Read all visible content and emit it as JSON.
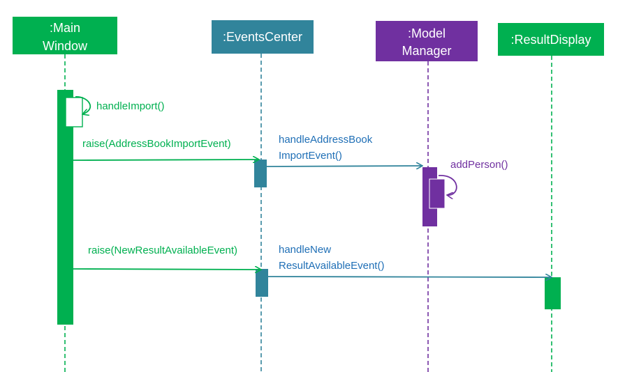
{
  "colors": {
    "main": "#00b050",
    "events": "#31849b",
    "model": "#7030a0",
    "result": "#00b050"
  },
  "participants": {
    "main_window": {
      "line1": ":Main",
      "line2": "Window"
    },
    "events_center": {
      "label": ":EventsCenter"
    },
    "model_manager": {
      "line1": ":Model",
      "line2": "Manager"
    },
    "result_display": {
      "label": ":ResultDisplay"
    }
  },
  "messages": {
    "handle_import": "handleImport()",
    "raise_import": "raise(AddressBookImportEvent)",
    "handle_import_event_1": "handleAddressBook",
    "handle_import_event_2": "ImportEvent()",
    "add_person": "addPerson()",
    "raise_new_result": "raise(NewResultAvailableEvent)",
    "handle_new_result_1": "handleNew",
    "handle_new_result_2": "ResultAvailableEvent()"
  }
}
